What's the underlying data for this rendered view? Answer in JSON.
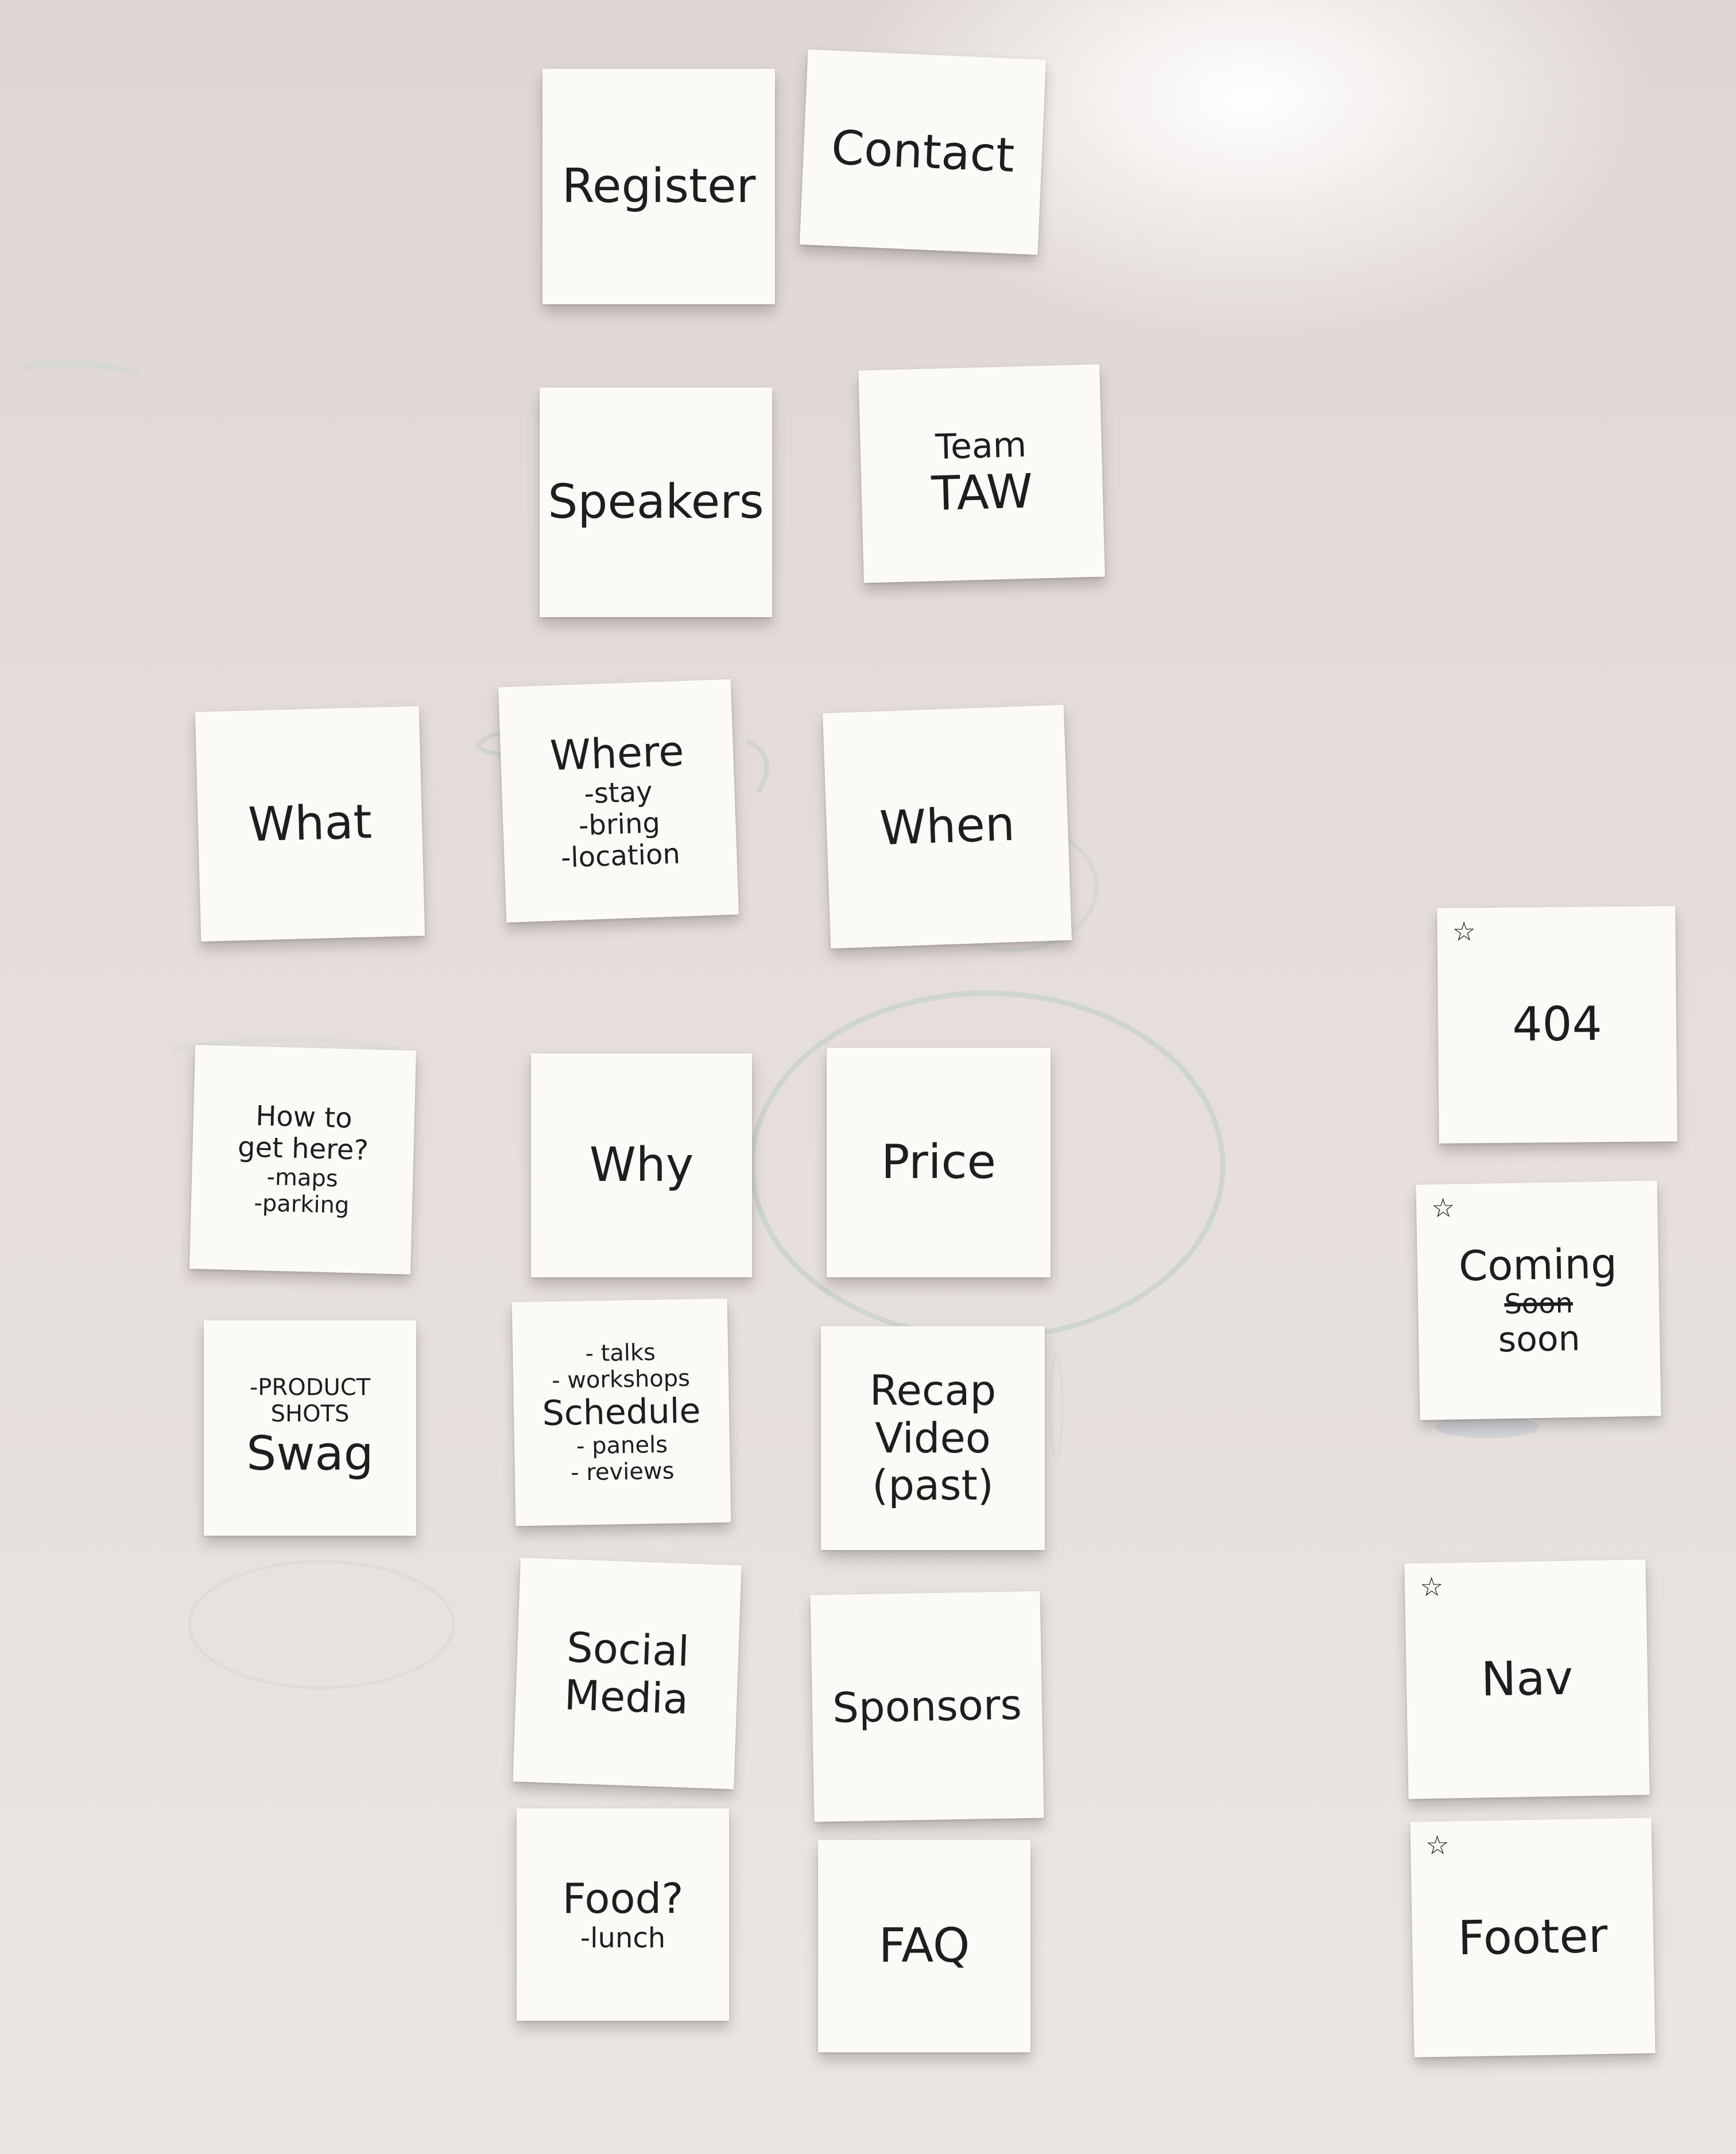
{
  "notes": {
    "register": "Register",
    "contact": "Contact",
    "speakers": "Speakers",
    "team_line1": "Team",
    "team_line2": "TAW",
    "what": "What",
    "where": "Where",
    "where_items": [
      "-stay",
      "-bring",
      "-location"
    ],
    "when": "When",
    "how_line1": "How to",
    "how_line2": "get here?",
    "how_items": [
      "-maps",
      "-parking"
    ],
    "why": "Why",
    "price": "Price",
    "swag_top_line1": "-PRODUCT",
    "swag_top_line2": "SHOTS",
    "swag": "Swag",
    "schedule_top": [
      "- talks",
      "- workshops"
    ],
    "schedule": "Schedule",
    "schedule_bottom": [
      "- panels",
      "- reviews"
    ],
    "recap_line1": "Recap",
    "recap_line2": "Video",
    "recap_line3": "(past)",
    "social_line1": "Social",
    "social_line2": "Media",
    "sponsors": "Sponsors",
    "food": "Food?",
    "food_sub": "-lunch",
    "faq": "FAQ",
    "not_found": "404",
    "coming": "Coming",
    "soon_struck": "Soon",
    "soon": "soon",
    "nav": "Nav",
    "footer": "Footer",
    "star_glyph": "☆"
  },
  "colors": {
    "board": "#e4dcd9",
    "note": "#fbfaf6",
    "ink": "#1e1e1e",
    "ghost_green": "#b9cdbf"
  }
}
